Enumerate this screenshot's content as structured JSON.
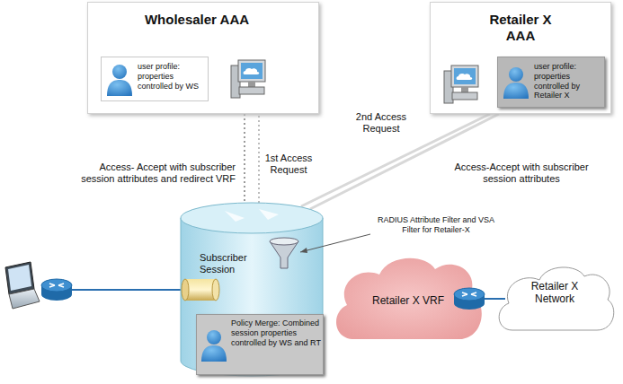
{
  "diagram": {
    "nodes": [
      {
        "text": [
          "Wholesaler AAA"
        ]
      },
      {
        "text": [
          "user profile: properties controlled by WS"
        ],
        "in": 0
      },
      {
        "text": [
          "Retailer X AAA"
        ]
      },
      {
        "text": [
          "user profile: properties controlled by Retailer X"
        ],
        "in": 2
      },
      {
        "text": [
          "Subscriber Session"
        ]
      },
      {
        "text": [
          "Policy Merge: Combined session properties controlled by WS and RT"
        ],
        "in": 4
      },
      {
        "text": [
          "Retailer X VRF"
        ]
      },
      {
        "text": [
          "Retailer X Network"
        ]
      }
    ],
    "edges": [
      {
        "from": 0,
        "to": 4,
        "arrow": "none",
        "label": "Access- Accept with subscriber session attributes and redirect VRF"
      },
      {
        "from": 4,
        "to": 0,
        "arrow": "none",
        "label": "1st Access Request"
      },
      {
        "from": 4,
        "to": 2,
        "arrow": "none",
        "label": "2nd Access Request"
      },
      {
        "from": 2,
        "to": 4,
        "arrow": "none",
        "label": "Access-Accept with subscriber session attributes"
      }
    ],
    "labels": [
      "RADIUS Attribute Filter and VSA Filter for Retailer-X"
    ]
  }
}
